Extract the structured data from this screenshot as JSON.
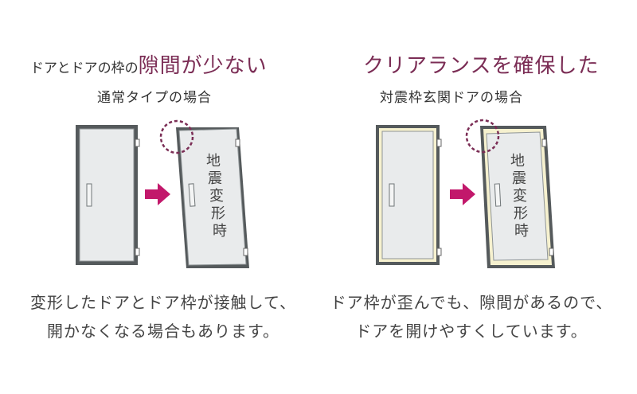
{
  "left": {
    "title_prefix": "ドアとドアの枠の",
    "title_accent": "隙間が少ない",
    "subtitle": "通常タイプの場合",
    "deform_label": [
      "地",
      "震",
      "変",
      "形",
      "時"
    ],
    "caption_line1": "変形したドアとドア枠が接触して、",
    "caption_line2": "開かなくなる場合もあります。"
  },
  "right": {
    "title": "クリアランスを確保した",
    "subtitle": "対震枠玄関ドアの場合",
    "deform_label": [
      "地",
      "震",
      "変",
      "形",
      "時"
    ],
    "caption_line1": "ドア枠が歪んでも、隙間があるので、",
    "caption_line2": "ドアを開けやすくしています。"
  },
  "colors": {
    "accent": "#7b2d55",
    "arrow": "#c2186b",
    "frame": "#555a5c",
    "door": "#e9ebec",
    "clearance": "#f6f1cf"
  }
}
